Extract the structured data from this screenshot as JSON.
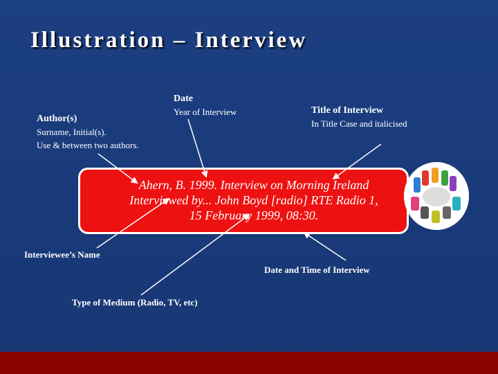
{
  "title": "Illustration – Interview",
  "labels": {
    "date": {
      "head": "Date",
      "sub": "Year of Interview"
    },
    "author": {
      "head": "Author(s)",
      "line1": "Surname, Initial(s).",
      "line2": "Use & between two authors."
    },
    "title_of_interview": {
      "head": "Title of Interview",
      "sub": "In Title Case and italicised"
    },
    "interviewee": {
      "head": "Interviewee’s Name"
    },
    "date_time": {
      "head": "Date and Time of Interview"
    },
    "medium": {
      "head": "Type of Medium (Radio, TV, etc)"
    }
  },
  "citation": {
    "line1": "Ahern, B. 1999. Interview on Morning Ireland",
    "line2": "Interviewed by... John Boyd [radio] RTE Radio 1,",
    "line3": "15 February 1999, 08:30."
  },
  "colors": {
    "background": "#1a3a7a",
    "box": "#ee1111",
    "band": "#8b0000",
    "text": "#ffffff"
  },
  "icons": {
    "photo": "meeting-chairs-illustration"
  }
}
